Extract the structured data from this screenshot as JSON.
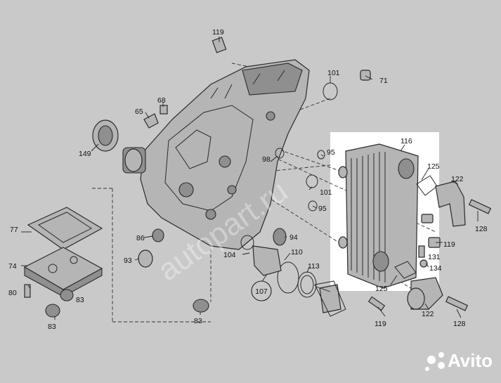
{
  "diagram": {
    "callouts": [
      "119",
      "101",
      "71",
      "68",
      "65",
      "149",
      "116",
      "95",
      "98",
      "125",
      "122",
      "101",
      "95",
      "128",
      "119",
      "131",
      "134",
      "77",
      "86",
      "94",
      "93",
      "104",
      "110",
      "74",
      "113",
      "107",
      "80",
      "83",
      "125",
      "83",
      "83",
      "122",
      "128",
      "119"
    ],
    "watermark": "autopart.ru",
    "brand": "Avito",
    "highlight_color": "#ffffff",
    "background_color": "#c9c9c9"
  }
}
